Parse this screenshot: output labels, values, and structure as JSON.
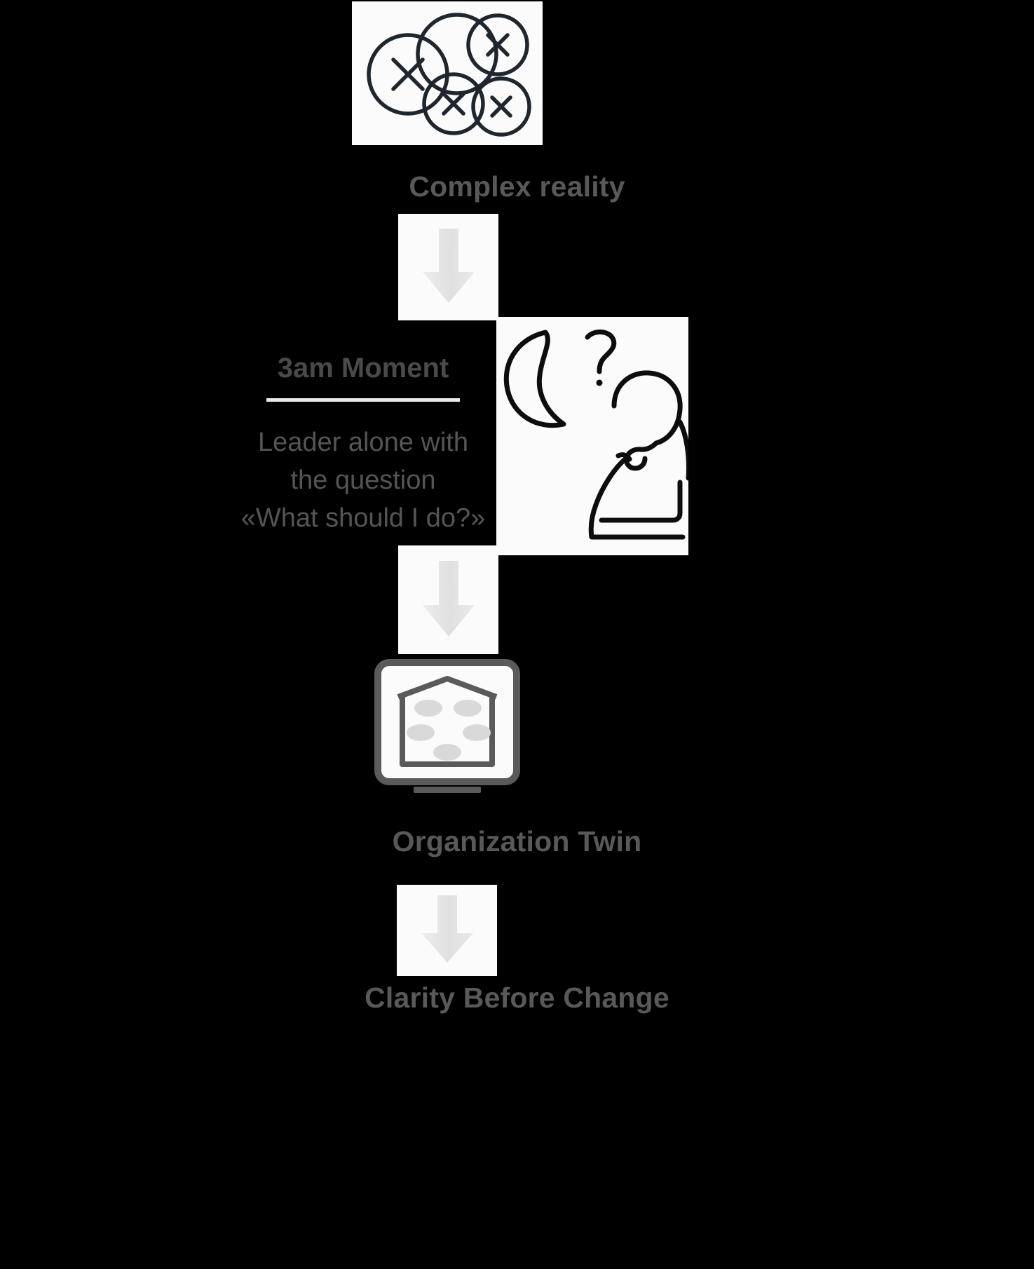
{
  "canvas": {
    "background": "#000000",
    "text_color": "#595959"
  },
  "flow": {
    "title_complex": "Complex reality",
    "title_twin": "Organization Twin",
    "title_clarity": "Clarity Before Change"
  },
  "moment": {
    "heading": "3am Moment",
    "body_line_1": "Leader alone with",
    "body_line_2": "the question",
    "body_line_3": "«What should I do?»"
  },
  "icons": {
    "complex_reality": "overlapping-circles-with-x-icon",
    "thinker": "person-thinking-moon-question-icon",
    "organization_twin": "monitor-building-dots-icon",
    "arrow": "down-arrow-icon"
  },
  "colors": {
    "tile_background": "#fbfbfb",
    "line_art": "#1f262e",
    "arrow_fill": "#e3e3e3",
    "label_gray": "#595959",
    "rule_gray": "#e9e9e9",
    "monitor_frame": "#5a5a5a",
    "monitor_dot": "#d9d9d9"
  }
}
